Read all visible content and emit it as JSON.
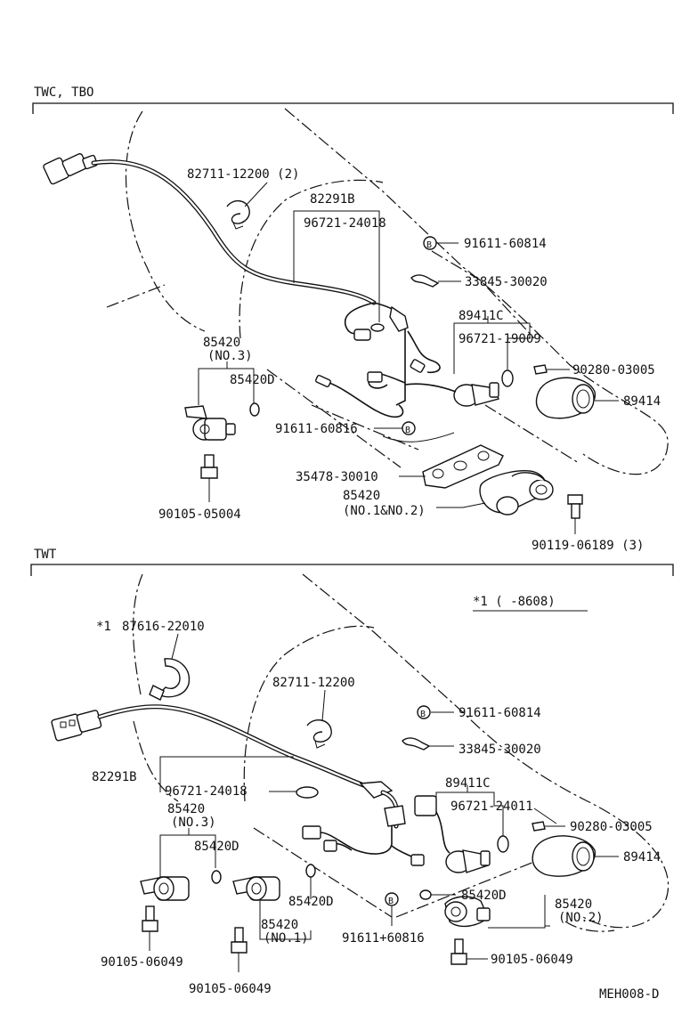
{
  "sections": [
    {
      "id": "twc-tbo",
      "title": "TWC, TBO"
    },
    {
      "id": "twt",
      "title": "TWT"
    }
  ],
  "top_callouts": {
    "clamp": "82711-12200 (2)",
    "harness": "82291B",
    "grommet": "96721-24018",
    "bolt_b": "91611-60814",
    "bracket": "33845-30020",
    "sensor": "89411C",
    "o_ring": "96721-19009",
    "clip": "90280-03005",
    "cover": "89414",
    "solenoid_no3_a": "85420",
    "solenoid_no3_b": "(NO.3)",
    "o_ring_d": "85420D",
    "bolt_b2": "91611-60816",
    "plate": "35478-30010",
    "solenoid_no12_a": "85420",
    "solenoid_no12_b": "(NO.1&NO.2)",
    "bolt_solenoid": "90105-05004",
    "bolt_plate": "90119-06189 (3)"
  },
  "bottom_callouts": {
    "note": "*1 (     -8608)",
    "protector_mark": "*1",
    "protector": "87616-22010",
    "clamp": "82711-12200",
    "bolt_b": "91611-60814",
    "bracket": "33845-30020",
    "harness": "82291B",
    "grommet": "96721-24018",
    "sensor": "89411C",
    "o_ring": "96721-24011",
    "clip": "90280-03005",
    "cover": "89414",
    "solenoid_no3_a": "85420",
    "solenoid_no3_b": "(NO.3)",
    "o_ring_d1": "85420D",
    "o_ring_d2": "85420D",
    "o_ring_d3": "85420D",
    "solenoid_no1_a": "85420",
    "solenoid_no1_b": "(NO.1)",
    "solenoid_no2_a": "85420",
    "solenoid_no2_b": "(NO.2)",
    "bolt_b2": "91611+60816",
    "bolt_left": "90105-06049",
    "bolt_mid": "90105-06049",
    "bolt_right": "90105-06049",
    "drawing_code": "MEH008-D"
  },
  "markers": {
    "bolt_marker": "B"
  }
}
